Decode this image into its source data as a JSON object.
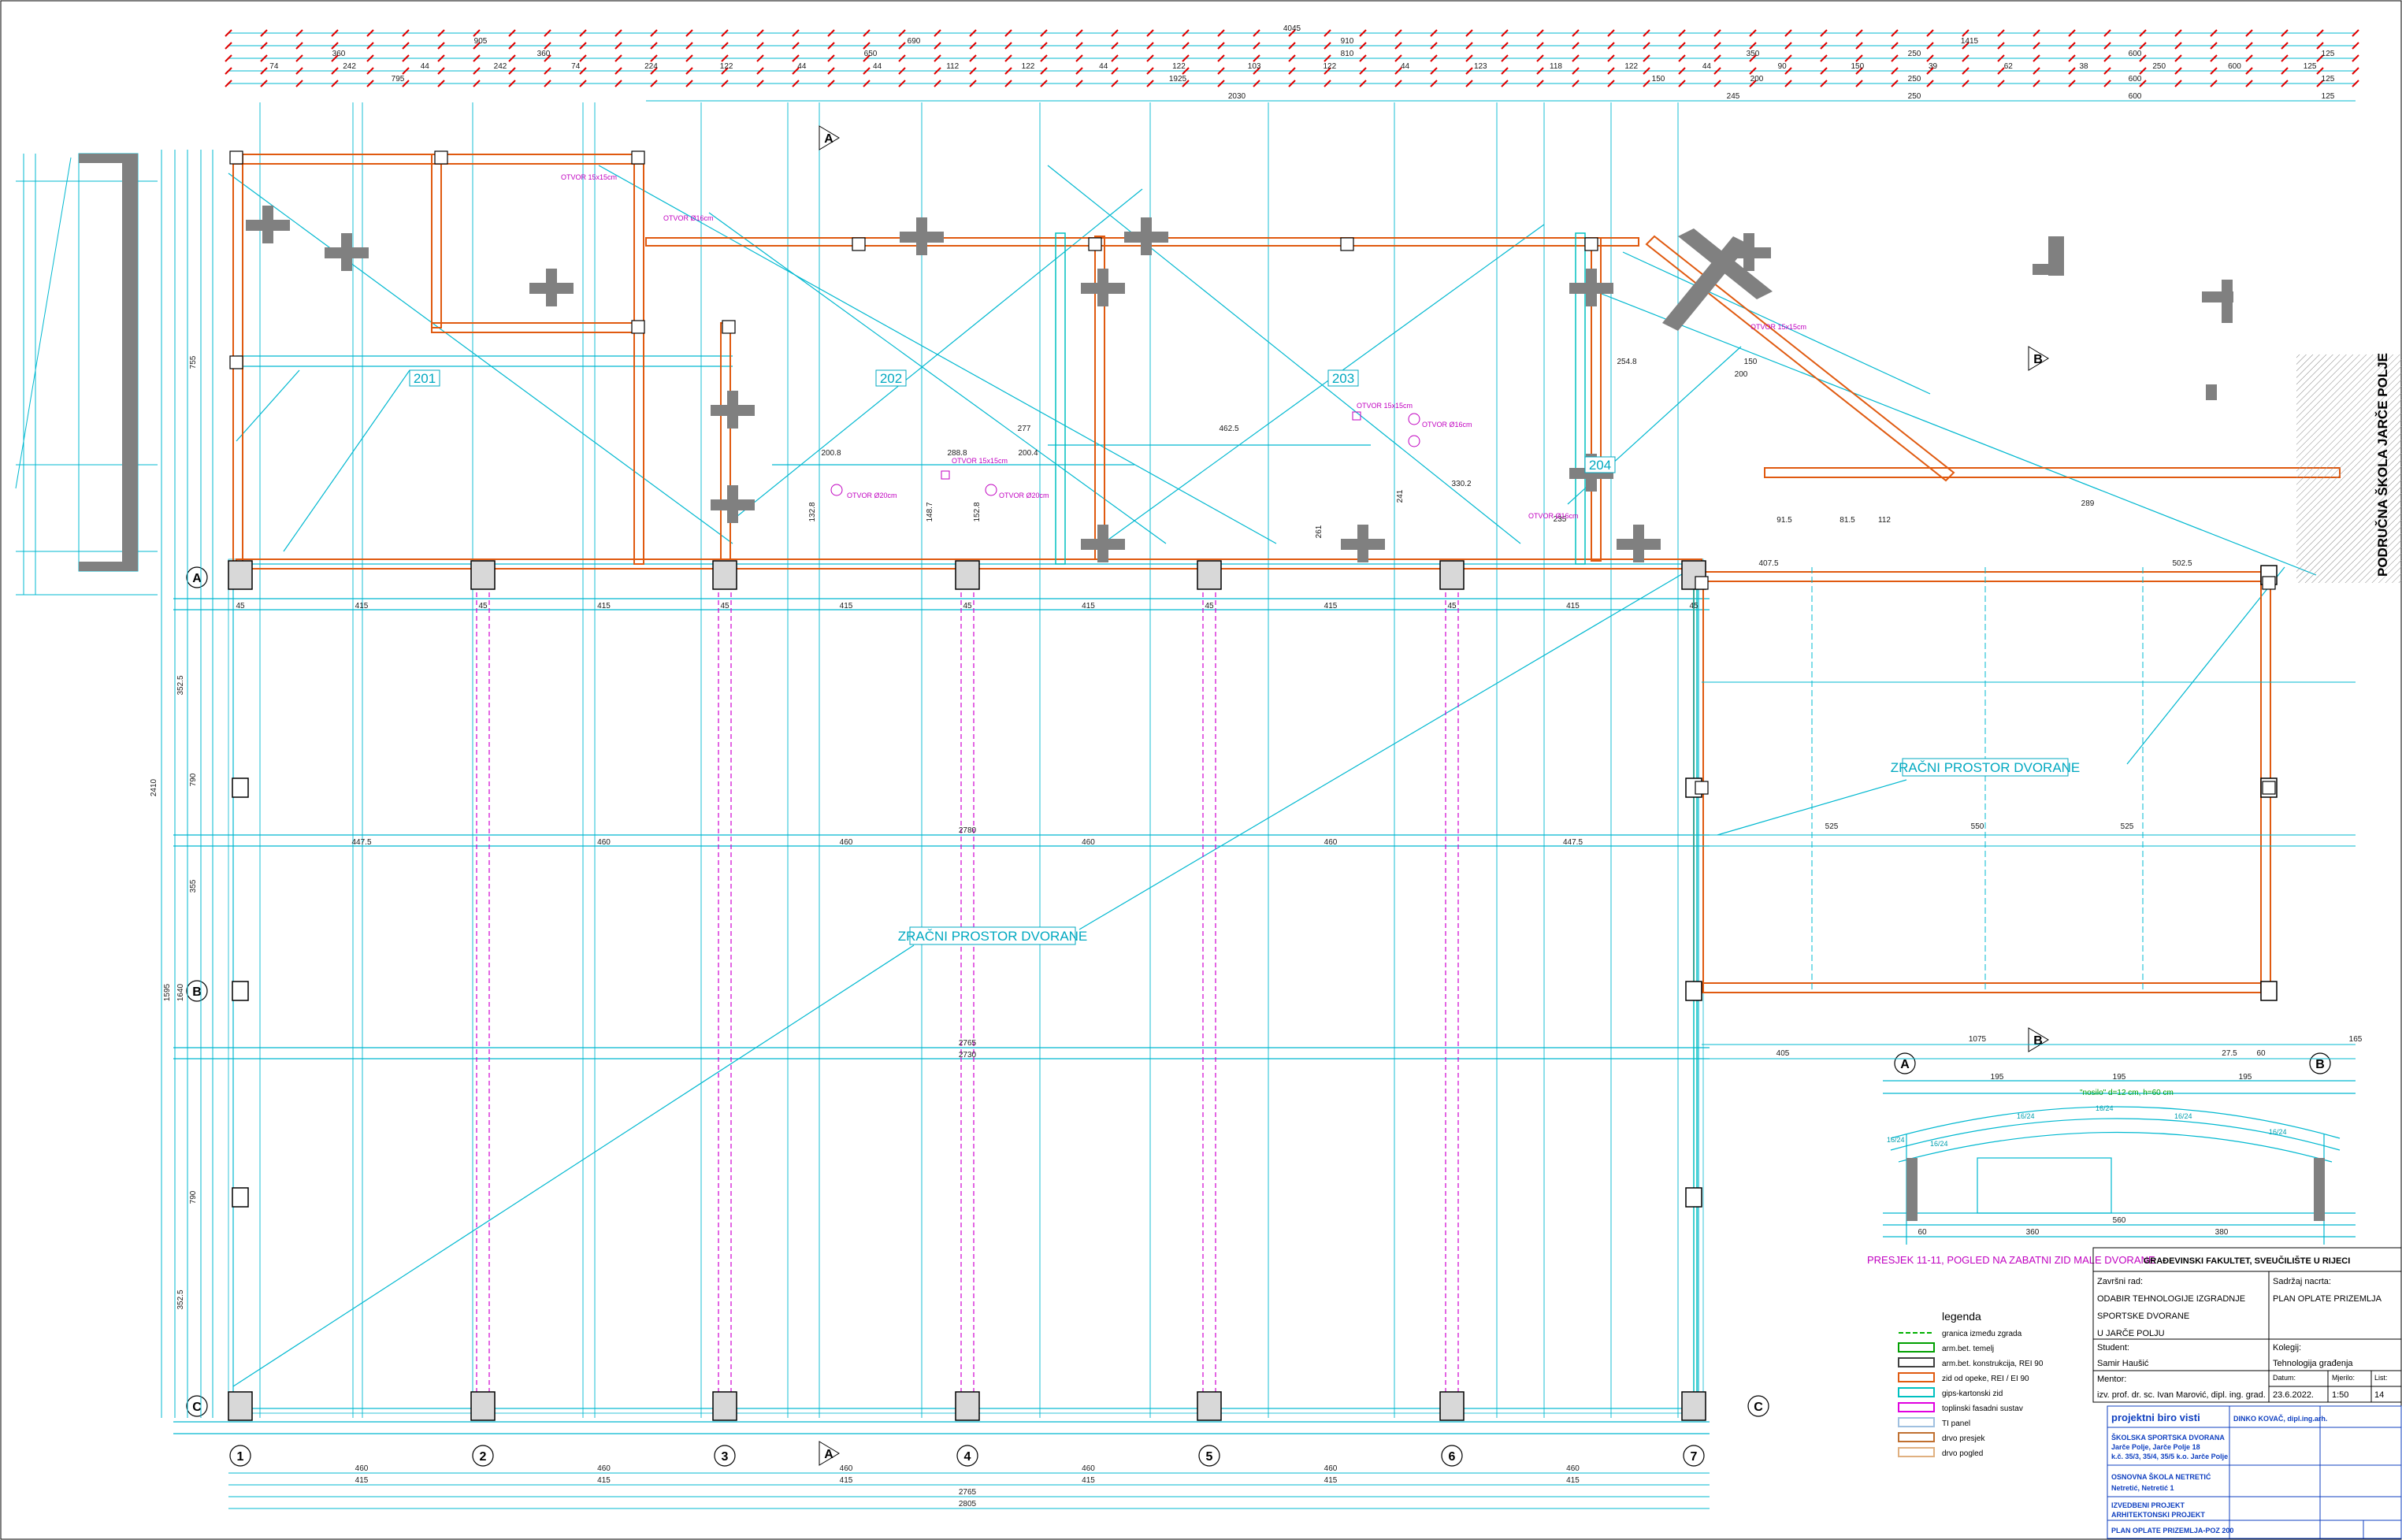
{
  "dimensions": {
    "overall_top": "4045",
    "row1": [
      "905",
      "690",
      "910",
      "1415"
    ],
    "row2": [
      "360",
      "360",
      "650",
      "810",
      "350",
      "250",
      "600",
      "125"
    ],
    "row3": [
      "74",
      "242",
      "44",
      "242",
      "74",
      "224",
      "122",
      "44",
      "44",
      "112",
      "122",
      "44",
      "122",
      "103",
      "122",
      "44",
      "123",
      "118",
      "122",
      "44",
      "90",
      "150",
      "39",
      "62",
      "38",
      "250",
      "600",
      "125"
    ],
    "row4": [
      "795",
      "1925",
      "150",
      "200",
      "250",
      "600",
      "125"
    ],
    "row5": [
      "2030",
      "245",
      "250",
      "600",
      "125"
    ],
    "axis_spacing": [
      "415",
      "415",
      "415",
      "415",
      "415",
      "415"
    ],
    "axis_col_spacing": [
      "45",
      "45",
      "45",
      "45",
      "45",
      "45",
      "45"
    ],
    "bottom_row1": [
      "460",
      "460",
      "460",
      "460",
      "460",
      "460"
    ],
    "bottom_row2": [
      "415",
      "415",
      "415",
      "415",
      "415",
      "415"
    ],
    "bottom_total_1": "2765",
    "bottom_total_2": "2805",
    "mid_row": [
      "447.5",
      "460",
      "460",
      "460",
      "460",
      "447.5"
    ],
    "mid_total": "2780",
    "mid_row_b": [
      "2765",
      "2730"
    ],
    "right_spans": [
      "525",
      "550",
      "525"
    ],
    "right_spans_b": [
      "1075",
      "405",
      "60",
      "27.5",
      "165"
    ],
    "left_vertical": [
      "352.5",
      "755",
      "790",
      "355",
      "790",
      "352.5",
      "1595",
      "1640",
      "2410"
    ],
    "misc": [
      "200.8",
      "288.8",
      "200.4",
      "277",
      "462.5",
      "330.2",
      "254.8",
      "200",
      "150",
      "289",
      "112",
      "91.5",
      "81.5",
      "502.5",
      "407.5",
      "235",
      "241",
      "261",
      "148.7",
      "132.8",
      "152.8"
    ]
  },
  "axes": {
    "columns": [
      "1",
      "2",
      "3",
      "4",
      "5",
      "6",
      "7"
    ],
    "rows": [
      "A",
      "B",
      "C"
    ],
    "section_marks": [
      "A",
      "B"
    ]
  },
  "rooms": [
    "201",
    "202",
    "203",
    "204"
  ],
  "zones": [
    "ZRAČNI PROSTOR DVORANE",
    "ZRAČNI PROSTOR DVORANE"
  ],
  "openings": [
    "OTVOR 15x15cm",
    "OTVOR Ø16cm",
    "OTVOR Ø20cm",
    "OTVOR 15x15cm",
    "OTVOR Ø20cm",
    "OTVOR 15x15cm",
    "OTVOR Ø16cm",
    "OTVOR Ø16cm",
    "OTVOR 15x15cm"
  ],
  "vertical_label": "PODRUČNA ŠKOLA JARČE POLJE",
  "section": {
    "caption": "PRESJEK 11-11, POGLED NA ZABATNI ZID MALE DVORANE",
    "labels": [
      "16/24",
      "16/24",
      "16/24",
      "16/24",
      "16/24",
      "16/24"
    ],
    "note": "\"nosilo\" d=12 cm, h=60 cm",
    "dims": [
      "195",
      "195",
      "195",
      "60",
      "360",
      "560",
      "380"
    ]
  },
  "legend": {
    "title": "legenda",
    "items": [
      {
        "label": "granica između zgrada",
        "color": "#00b000",
        "style": "dashed"
      },
      {
        "label": "arm.bet. temelj",
        "color": "#00a000",
        "style": "box"
      },
      {
        "label": "arm.bet. konstrukcija, REI 90",
        "color": "#404040",
        "style": "box"
      },
      {
        "label": "zid od opeke, REI / EI 90",
        "color": "#e05a10",
        "style": "box"
      },
      {
        "label": "gips-kartonski zid",
        "color": "#00c0c0",
        "style": "box"
      },
      {
        "label": "toplinski fasadni sustav",
        "color": "#e000e0",
        "style": "box"
      },
      {
        "label": "TI panel",
        "color": "#a0c0e0",
        "style": "box"
      },
      {
        "label": "drvo presjek",
        "color": "#c07030",
        "style": "box"
      },
      {
        "label": "drvo pogled",
        "color": "#e0b080",
        "style": "box"
      }
    ]
  },
  "title_block": {
    "university": "GRAĐEVINSKI FAKULTET, SVEUČILIŠTE U RIJECI",
    "work_label": "Završni rad:",
    "work_title_1": "ODABIR TEHNOLOGIJE IZGRADNJE",
    "work_title_2": "SPORTSKE DVORANE",
    "work_title_3": "U JARČE POLJU",
    "content_label": "Sadržaj nacrta:",
    "content": "PLAN OPLATE PRIZEMLJA",
    "student_label": "Student:",
    "student": "Samir Haušić",
    "course_label": "Kolegij:",
    "course": "Tehnologija građenja",
    "mentor_label": "Mentor:",
    "mentor": "izv. prof. dr. sc. Ivan Marović, dipl. ing. grad.",
    "date_label": "Datum:",
    "date": "23.6.2022.",
    "scale_label": "Mjerilo:",
    "scale": "1:50",
    "sheet_label": "List:",
    "sheet": "14"
  },
  "office_block": {
    "office": "projektni biro visti",
    "engineer": "DINKO KOVAČ, dipl.ing.arh.",
    "project_1": "ŠKOLSKA SPORTSKA DVORANA",
    "project_2": "Jarče Polje, Jarče Polje 18",
    "project_3": "k.č. 35/3, 35/4, 35/5 k.o. Jarče Polje",
    "investor_1": "OSNOVNA ŠKOLA NETRETIĆ",
    "investor_2": "Netretić, Netretić 1",
    "phase_1": "IZVEDBENI PROJEKT",
    "phase_2": "ARHITEKTONSKI PROJEKT",
    "drawing": "PLAN OPLATE PRIZEMLJA-POZ 200"
  },
  "colors": {
    "cyan": "#00b8d0",
    "orange": "#e05a10",
    "magenta": "#d000d0",
    "red": "#e00000",
    "concrete": "#808080",
    "green": "#00b000"
  }
}
